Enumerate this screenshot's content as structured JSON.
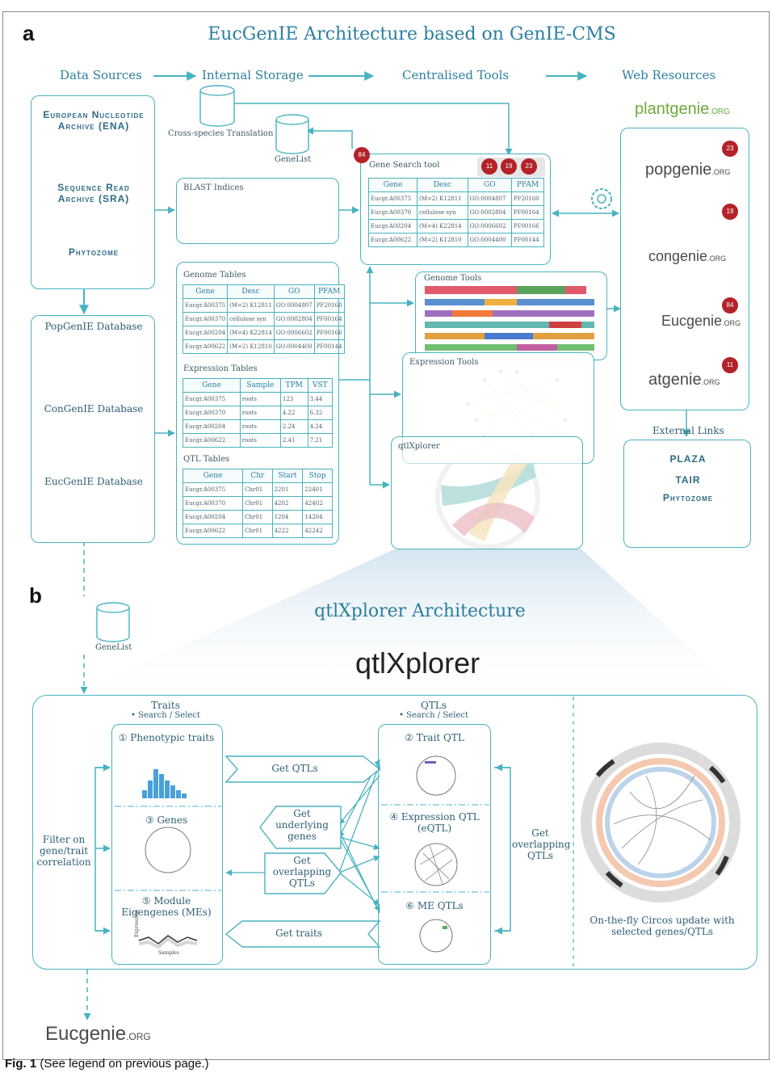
{
  "panel_a": {
    "letter": "a",
    "title": "EucGenIE Architecture based on GenIE-CMS",
    "headers": [
      "Data Sources",
      "Internal Storage",
      "Centralised Tools",
      "Web Resources"
    ],
    "data_sources": [
      "European Nucleotide Archive (ENA)",
      "Sequence Read Archive (SRA)",
      "Phytozome"
    ],
    "cross_species": "Cross-species Translation",
    "genelist": "GeneList",
    "blast": "BLAST Indices",
    "databases": [
      "PopGenIE Database",
      "ConGenIE Database",
      "EucGenIE Database"
    ],
    "gene_search": {
      "title": "Gene Search tool",
      "badge_main": "84",
      "badges": [
        "11",
        "19",
        "23"
      ],
      "columns": [
        "Gene",
        "Desc",
        "GO",
        "PFAM"
      ],
      "rows": [
        [
          "Eucgr.A00375",
          "(M=2) K12811",
          "GO:0004807",
          "PF20160"
        ],
        [
          "Eucgr.A00370",
          "cellulose syn",
          "GO:0002804",
          "PF00164"
        ],
        [
          "Eucgr.A00204",
          "(M=4) K22814",
          "GO:0006602",
          "PF00166"
        ],
        [
          "Eucgr.A00622",
          "(M=2) K12810",
          "GO:0004400",
          "PF00144"
        ]
      ]
    },
    "genome_tables": {
      "title": "Genome Tables",
      "columns": [
        "Gene",
        "Desc",
        "GO",
        "PFAM"
      ],
      "rows": [
        [
          "Eucgr.A00375",
          "(M=2) K12811",
          "GO:0004807",
          "PF20160"
        ],
        [
          "Eucgr.A00370",
          "cellulose syn",
          "GO:0002804",
          "PF00164"
        ],
        [
          "Eucgr.A00204",
          "(M=4) K22814",
          "GO:0006602",
          "PF00166"
        ],
        [
          "Eucgr.A00622",
          "(M=2) K12810",
          "GO:0004400",
          "PF00144"
        ]
      ]
    },
    "expression_tables": {
      "title": "Expression Tables",
      "columns": [
        "Gene",
        "Sample",
        "TPM",
        "VST"
      ],
      "rows": [
        [
          "Eucgr.A00375",
          "roots",
          "123",
          "3.44"
        ],
        [
          "Eucgr.A00370",
          "roots",
          "4.22",
          "6.32"
        ],
        [
          "Eucgr.A00204",
          "roots",
          "2.24",
          "4.24"
        ],
        [
          "Eucgr.A00622",
          "roots",
          "2.41",
          "7.21"
        ]
      ]
    },
    "qtl_tables": {
      "title": "QTL Tables",
      "columns": [
        "Gene",
        "Chr",
        "Start",
        "Stop"
      ],
      "rows": [
        [
          "Eucgr.A00375",
          "Chr01",
          "2201",
          "22401"
        ],
        [
          "Eucgr.A00370",
          "Chr01",
          "4202",
          "42402"
        ],
        [
          "Eucgr.A00204",
          "Chr01",
          "1204",
          "14204"
        ],
        [
          "Eucgr.A00622",
          "Chr01",
          "4222",
          "42242"
        ]
      ]
    },
    "tools": [
      "Genome Tools",
      "Expression Tools",
      "qtlXplorer"
    ],
    "web_logos": {
      "plantgenie": "plantgenie",
      "plantgenie_suffix": ".ORG",
      "sites": [
        {
          "name": "popgenie",
          "suffix": ".ORG",
          "badge": "23"
        },
        {
          "name": "congenie",
          "suffix": ".ORG",
          "badge": "19"
        },
        {
          "name": "Eucgenie",
          "suffix": ".ORG",
          "badge": "84"
        },
        {
          "name": "atgenie",
          "suffix": ".ORG",
          "badge": "11"
        }
      ]
    },
    "external_links": {
      "title": "External Links",
      "items": [
        "PLAZA",
        "TAIR",
        "Phytozome"
      ]
    }
  },
  "panel_b": {
    "letter": "b",
    "title": "qtlXplorer Architecture",
    "logo": "qtlXplorer",
    "genelist": "GeneList",
    "traits_header": "Traits",
    "traits_sub": "Search / Select",
    "qtls_header": "QTLs",
    "qtls_sub": "Search / Select",
    "left_items": [
      "① Phenotypic traits",
      "③ Genes",
      "⑤ Module Eigengenes (MEs)"
    ],
    "right_items": [
      "② Trait QTL",
      "④ Expression QTL (eQTL)",
      "⑥ ME QTLs"
    ],
    "filter_label": "Filter on gene/trait correlation",
    "actions": [
      "Get QTLs",
      "Get underlying genes",
      "Get overlapping QTLs",
      "Get traits"
    ],
    "right_action": "Get overlapping QTLs",
    "circos_caption": "On-the-fly Circos update with selected genes/QTLs",
    "eigengene_axis_y": "Expression",
    "eigengene_axis_x": "Samples"
  },
  "footer": {
    "logo": "Eucgenie",
    "logo_suffix": ".ORG",
    "caption_bold": "Fig. 1",
    "caption_text": "(See legend on previous page.)"
  },
  "colors": {
    "teal": "#48b3c0",
    "title_blue": "#2d7fa0",
    "badge_red": "#b32228",
    "leaf_green": "#8ab84a"
  }
}
